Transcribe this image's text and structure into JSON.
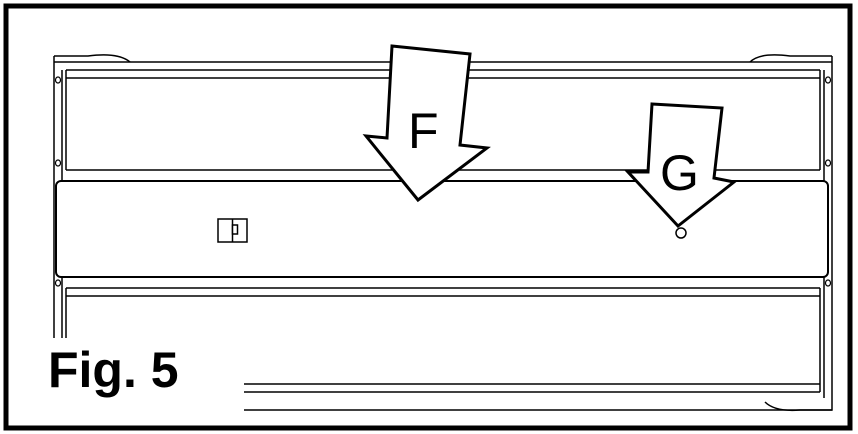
{
  "figure": {
    "label": "Fig. 5",
    "callouts": [
      {
        "id": "F",
        "text": "F"
      },
      {
        "id": "G",
        "text": "G"
      }
    ]
  },
  "colors": {
    "line": "#000000",
    "background": "#ffffff"
  }
}
